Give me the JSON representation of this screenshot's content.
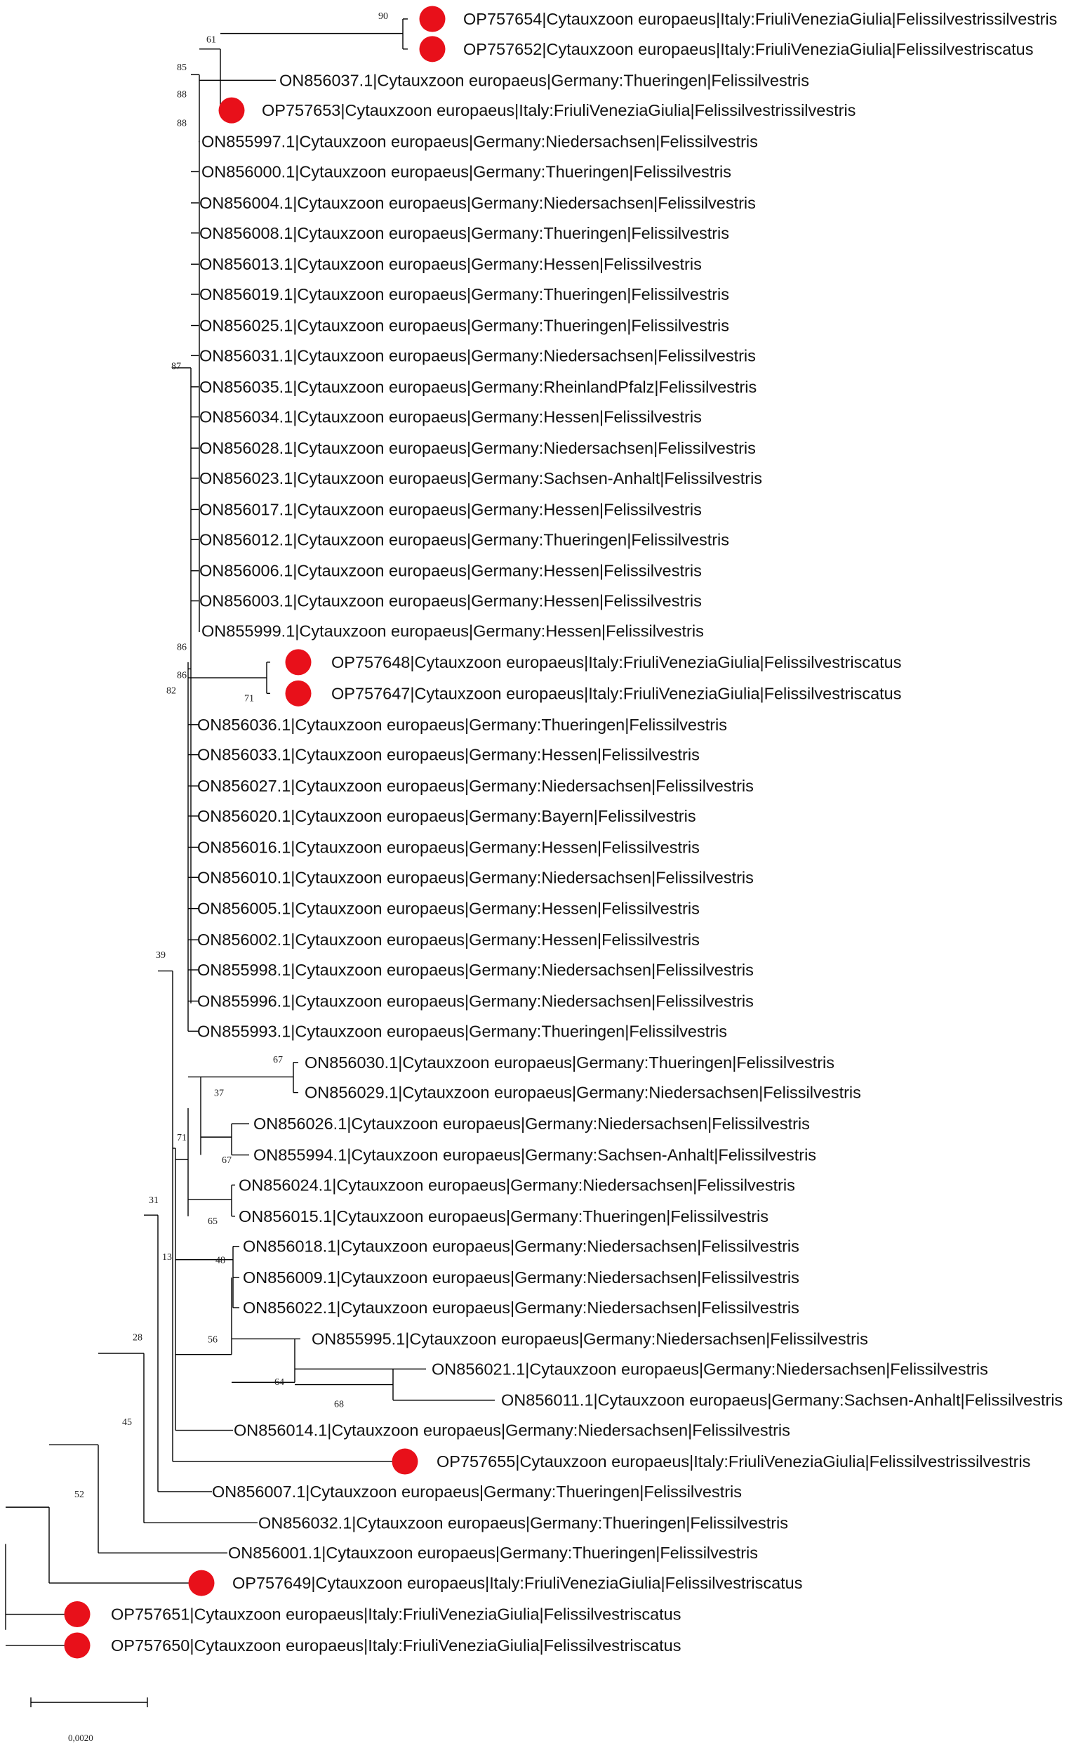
{
  "tree": {
    "marker_color": "#e8101a",
    "scale_label": "0,0020",
    "leaves": [
      {
        "label": "OP757654|Cytauxzoon europaeus|Italy:FriuliVeneziaGiulia|Felissilvestrissilvestris",
        "marked": true
      },
      {
        "label": "OP757652|Cytauxzoon europaeus|Italy:FriuliVeneziaGiulia|Felissilvestriscatus",
        "marked": true
      },
      {
        "label": "ON856037.1|Cytauxzoon europaeus|Germany:Thueringen|Felissilvestris",
        "marked": false
      },
      {
        "label": "OP757653|Cytauxzoon europaeus|Italy:FriuliVeneziaGiulia|Felissilvestrissilvestris",
        "marked": true
      },
      {
        "label": "ON855997.1|Cytauxzoon europaeus|Germany:Niedersachsen|Felissilvestris",
        "marked": false
      },
      {
        "label": "ON856000.1|Cytauxzoon europaeus|Germany:Thueringen|Felissilvestris",
        "marked": false
      },
      {
        "label": "ON856004.1|Cytauxzoon europaeus|Germany:Niedersachsen|Felissilvestris",
        "marked": false
      },
      {
        "label": "ON856008.1|Cytauxzoon europaeus|Germany:Thueringen|Felissilvestris",
        "marked": false
      },
      {
        "label": "ON856013.1|Cytauxzoon europaeus|Germany:Hessen|Felissilvestris",
        "marked": false
      },
      {
        "label": "ON856019.1|Cytauxzoon europaeus|Germany:Thueringen|Felissilvestris",
        "marked": false
      },
      {
        "label": "ON856025.1|Cytauxzoon europaeus|Germany:Thueringen|Felissilvestris",
        "marked": false
      },
      {
        "label": "ON856031.1|Cytauxzoon europaeus|Germany:Niedersachsen|Felissilvestris",
        "marked": false
      },
      {
        "label": "ON856035.1|Cytauxzoon europaeus|Germany:RheinlandPfalz|Felissilvestris",
        "marked": false
      },
      {
        "label": "ON856034.1|Cytauxzoon europaeus|Germany:Hessen|Felissilvestris",
        "marked": false
      },
      {
        "label": "ON856028.1|Cytauxzoon europaeus|Germany:Niedersachsen|Felissilvestris",
        "marked": false
      },
      {
        "label": "ON856023.1|Cytauxzoon europaeus|Germany:Sachsen-Anhalt|Felissilvestris",
        "marked": false
      },
      {
        "label": "ON856017.1|Cytauxzoon europaeus|Germany:Hessen|Felissilvestris",
        "marked": false
      },
      {
        "label": "ON856012.1|Cytauxzoon europaeus|Germany:Thueringen|Felissilvestris",
        "marked": false
      },
      {
        "label": "ON856006.1|Cytauxzoon europaeus|Germany:Hessen|Felissilvestris",
        "marked": false
      },
      {
        "label": "ON856003.1|Cytauxzoon europaeus|Germany:Hessen|Felissilvestris",
        "marked": false
      },
      {
        "label": "ON855999.1|Cytauxzoon europaeus|Germany:Hessen|Felissilvestris",
        "marked": false
      },
      {
        "label": "OP757648|Cytauxzoon europaeus|Italy:FriuliVeneziaGiulia|Felissilvestriscatus",
        "marked": true
      },
      {
        "label": "OP757647|Cytauxzoon europaeus|Italy:FriuliVeneziaGiulia|Felissilvestriscatus",
        "marked": true
      },
      {
        "label": "ON856036.1|Cytauxzoon europaeus|Germany:Thueringen|Felissilvestris",
        "marked": false
      },
      {
        "label": "ON856033.1|Cytauxzoon europaeus|Germany:Hessen|Felissilvestris",
        "marked": false
      },
      {
        "label": "ON856027.1|Cytauxzoon europaeus|Germany:Niedersachsen|Felissilvestris",
        "marked": false
      },
      {
        "label": "ON856020.1|Cytauxzoon europaeus|Germany:Bayern|Felissilvestris",
        "marked": false
      },
      {
        "label": "ON856016.1|Cytauxzoon europaeus|Germany:Hessen|Felissilvestris",
        "marked": false
      },
      {
        "label": "ON856010.1|Cytauxzoon europaeus|Germany:Niedersachsen|Felissilvestris",
        "marked": false
      },
      {
        "label": "ON856005.1|Cytauxzoon europaeus|Germany:Hessen|Felissilvestris",
        "marked": false
      },
      {
        "label": "ON856002.1|Cytauxzoon europaeus|Germany:Hessen|Felissilvestris",
        "marked": false
      },
      {
        "label": "ON855998.1|Cytauxzoon europaeus|Germany:Niedersachsen|Felissilvestris",
        "marked": false
      },
      {
        "label": "ON855996.1|Cytauxzoon europaeus|Germany:Niedersachsen|Felissilvestris",
        "marked": false
      },
      {
        "label": "ON855993.1|Cytauxzoon europaeus|Germany:Thueringen|Felissilvestris",
        "marked": false
      },
      {
        "label": "ON856030.1|Cytauxzoon europaeus|Germany:Thueringen|Felissilvestris",
        "marked": false
      },
      {
        "label": "ON856029.1|Cytauxzoon europaeus|Germany:Niedersachsen|Felissilvestris",
        "marked": false
      },
      {
        "label": "ON856026.1|Cytauxzoon europaeus|Germany:Niedersachsen|Felissilvestris",
        "marked": false
      },
      {
        "label": "ON855994.1|Cytauxzoon europaeus|Germany:Sachsen-Anhalt|Felissilvestris",
        "marked": false
      },
      {
        "label": "ON856024.1|Cytauxzoon europaeus|Germany:Niedersachsen|Felissilvestris",
        "marked": false
      },
      {
        "label": "ON856015.1|Cytauxzoon europaeus|Germany:Thueringen|Felissilvestris",
        "marked": false
      },
      {
        "label": "ON856018.1|Cytauxzoon europaeus|Germany:Niedersachsen|Felissilvestris",
        "marked": false
      },
      {
        "label": "ON856009.1|Cytauxzoon europaeus|Germany:Niedersachsen|Felissilvestris",
        "marked": false
      },
      {
        "label": "ON856022.1|Cytauxzoon europaeus|Germany:Niedersachsen|Felissilvestris",
        "marked": false
      },
      {
        "label": "ON855995.1|Cytauxzoon europaeus|Germany:Niedersachsen|Felissilvestris",
        "marked": false
      },
      {
        "label": "ON856021.1|Cytauxzoon europaeus|Germany:Niedersachsen|Felissilvestris",
        "marked": false
      },
      {
        "label": "ON856011.1|Cytauxzoon europaeus|Germany:Sachsen-Anhalt|Felissilvestris",
        "marked": false
      },
      {
        "label": "ON856014.1|Cytauxzoon europaeus|Germany:Niedersachsen|Felissilvestris",
        "marked": false
      },
      {
        "label": "OP757655|Cytauxzoon europaeus|Italy:FriuliVeneziaGiulia|Felissilvestrissilvestris",
        "marked": true
      },
      {
        "label": "ON856007.1|Cytauxzoon europaeus|Germany:Thueringen|Felissilvestris",
        "marked": false
      },
      {
        "label": "ON856032.1|Cytauxzoon europaeus|Germany:Thueringen|Felissilvestris",
        "marked": false
      },
      {
        "label": "ON856001.1|Cytauxzoon europaeus|Germany:Thueringen|Felissilvestris",
        "marked": false
      },
      {
        "label": "OP757649|Cytauxzoon europaeus|Italy:FriuliVeneziaGiulia|Felissilvestriscatus",
        "marked": true
      },
      {
        "label": "OP757651|Cytauxzoon europaeus|Italy:FriuliVeneziaGiulia|Felissilvestriscatus",
        "marked": true
      },
      {
        "label": "OP757650|Cytauxzoon europaeus|Italy:FriuliVeneziaGiulia|Felissilvestriscatus",
        "marked": true
      }
    ],
    "bootstrap": [
      "90",
      "61",
      "85",
      "88",
      "88",
      "87",
      "86",
      "86",
      "82",
      "71",
      "39",
      "67",
      "37",
      "71",
      "67",
      "65",
      "48",
      "13",
      "56",
      "64",
      "68",
      "31",
      "28",
      "45",
      "52"
    ]
  }
}
